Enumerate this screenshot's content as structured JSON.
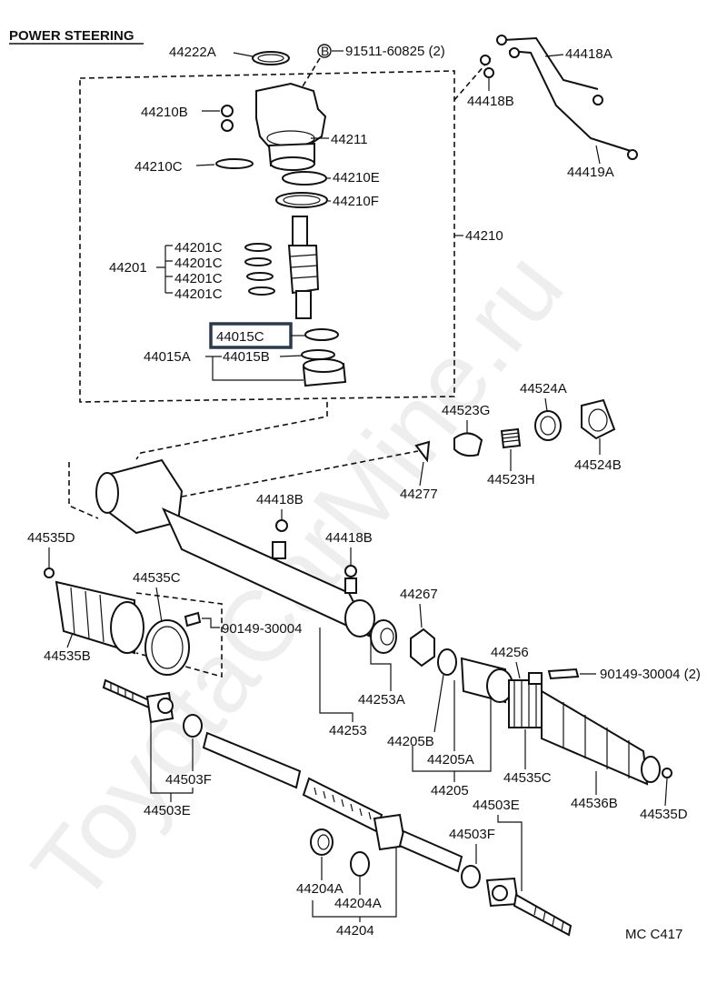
{
  "title": "POWER STEERING",
  "figure_code": "MC C417",
  "watermark": "ToyotaCarMine.ru",
  "bolt_marker": "B",
  "highlighted_part": "44015C",
  "labels": {
    "p44222A": "44222A",
    "p91511": "91511-60825 (2)",
    "p44418A": "44418A",
    "p44418B_top": "44418B",
    "p44210B": "44210B",
    "p44211": "44211",
    "p44210C": "44210C",
    "p44210E": "44210E",
    "p44210F": "44210F",
    "p44419A": "44419A",
    "p44210": "44210",
    "p44201": "44201",
    "p44201C_1": "44201C",
    "p44201C_2": "44201C",
    "p44201C_3": "44201C",
    "p44201C_4": "44201C",
    "p44015C": "44015C",
    "p44015A": "44015A",
    "p44015B": "44015B",
    "p44524A": "44524A",
    "p44523G": "44523G",
    "p44523H": "44523H",
    "p44524B": "44524B",
    "p44277": "44277",
    "p44418B_mid1": "44418B",
    "p44535D_left": "44535D",
    "p44418B_mid2": "44418B",
    "p44535C_left": "44535C",
    "p44267": "44267",
    "p90149_left": "90149-30004",
    "p44535B": "44535B",
    "p44256": "44256",
    "p90149_right": "90149-30004 (2)",
    "p44253A": "44253A",
    "p44253": "44253",
    "p44205B": "44205B",
    "p44205A": "44205A",
    "p44503F_left": "44503F",
    "p44535C_right": "44535C",
    "p44536B": "44536B",
    "p44535D_right": "44535D",
    "p44205": "44205",
    "p44503E_left": "44503E",
    "p44503E_right": "44503E",
    "p44503F_right": "44503F",
    "p44204A_1": "44204A",
    "p44204A_2": "44204A",
    "p44204": "44204"
  }
}
